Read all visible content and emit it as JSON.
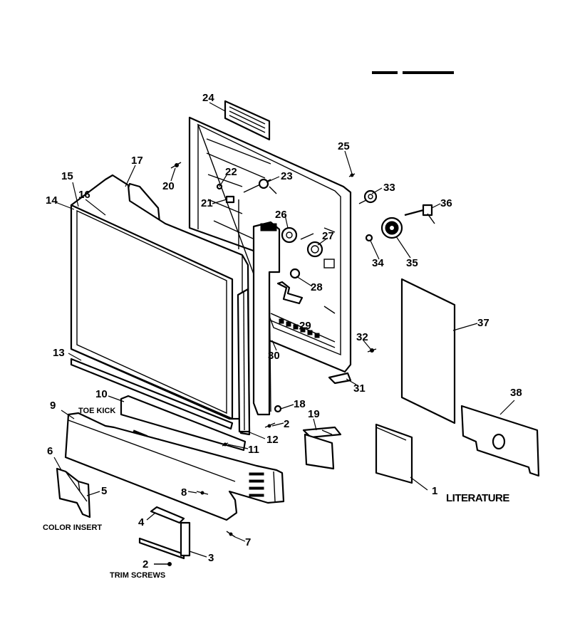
{
  "callouts": [
    "1",
    "2",
    "3",
    "4",
    "5",
    "6",
    "7",
    "8",
    "9",
    "10",
    "11",
    "12",
    "13",
    "14",
    "15",
    "16",
    "17",
    "18",
    "19",
    "20",
    "21",
    "22",
    "23",
    "24",
    "25",
    "26",
    "27",
    "28",
    "29",
    "30",
    "31",
    "32",
    "33",
    "34",
    "35",
    "36",
    "37",
    "38"
  ],
  "labels": {
    "toe_kick": "TOE KICK",
    "color_insert": "COLOR INSERT",
    "trim_screws": "TRIM SCREWS",
    "literature": "LITERATURE"
  }
}
